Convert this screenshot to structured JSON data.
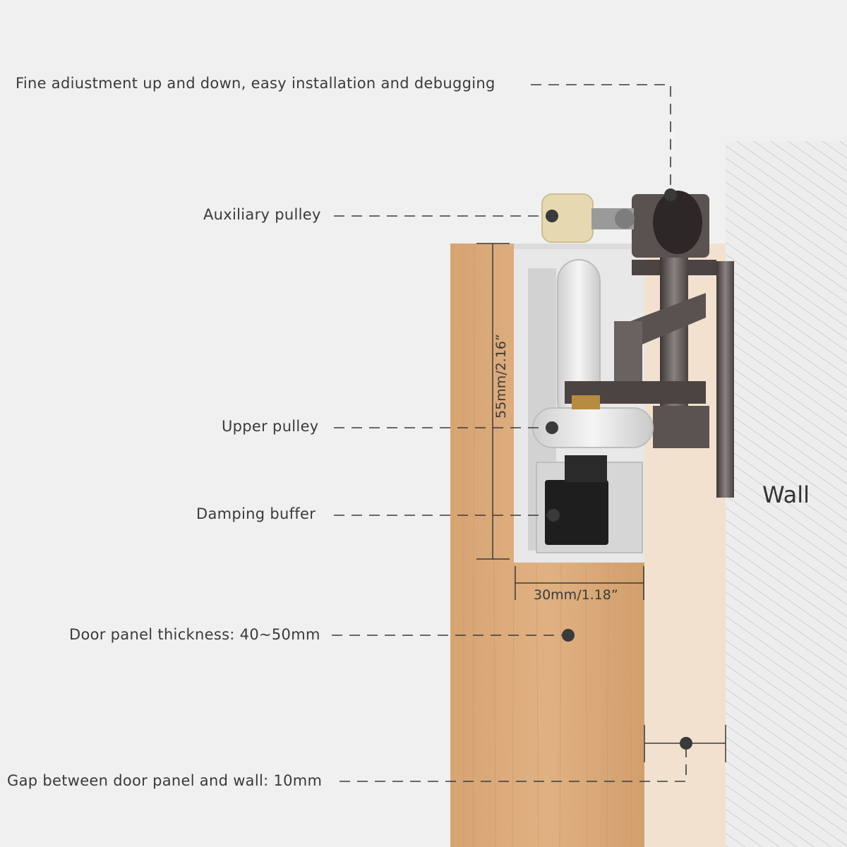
{
  "labels": {
    "fine_adjustment": "Fine adiustment up and down, easy installation and debugging",
    "auxiliary_pulley": "Auxiliary pulley",
    "upper_pulley": "Upper pulley",
    "damping_buffer": "Damping buffer",
    "door_thickness": "Door panel thickness: 40~50mm",
    "gap": "Gap between door panel and wall: 10mm",
    "wall": "Wall"
  },
  "dimensions": {
    "height": "55mm/2.16”",
    "width": "30mm/1.18”"
  },
  "colors": {
    "background": "#f0f0f0",
    "wood": "#d9a878",
    "gap_fill": "#f2e1cf",
    "wall_hatch": "#c8c8c8",
    "metal_dark": "#5a5250",
    "aluminium": "#e6e6e6",
    "leader": "#3a3a3a"
  }
}
